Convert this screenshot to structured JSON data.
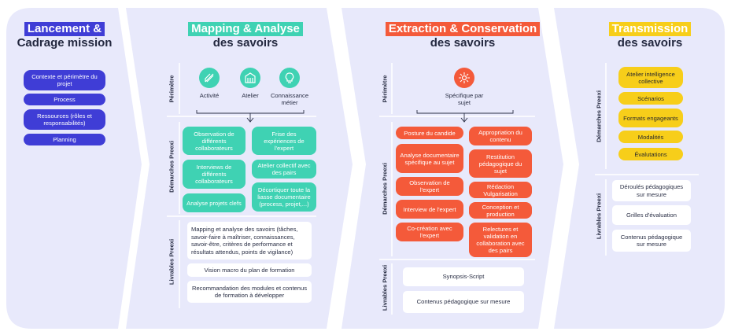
{
  "colors": {
    "panel": "#e8e9fb",
    "navy": "#3f3dd6",
    "teal": "#3fd2b3",
    "orange": "#f45a3a",
    "yellow": "#f7ce1a"
  },
  "phase1": {
    "title_line1": "Lancement &",
    "title_line2": "Cadrage mission",
    "items": [
      "Contexte et périmètre du projet",
      "Process",
      "Ressources (rôles et responsabilités)",
      "Planning"
    ]
  },
  "phase2": {
    "title_tag": "Mapping & Analyse",
    "title_sub": "des savoirs",
    "label_perimetre": "Périmètre",
    "label_demarches": "Démarches Preexi",
    "label_livrables": "Livrables Preexi",
    "perimetre": [
      {
        "label": "Activité",
        "icon": "pencil-ruler-icon"
      },
      {
        "label": "Atelier",
        "icon": "building-icon"
      },
      {
        "label": "Connaissance métier",
        "icon": "lightbulb-icon"
      }
    ],
    "demarches_left": [
      "Observation de différents collaborateurs",
      "Interviews de différents collaborateurs",
      "Analyse projets clefs"
    ],
    "demarches_right": [
      "Frise des expériences de l'expert",
      "Atelier collectif avec des pairs",
      "Décortiquer toute la liasse documentaire (process, projet,...)"
    ],
    "livrables": [
      "Mapping et analyse des savoirs (tâches, savoir-faire à maîtriser, connaissances, savoir-être, critères de performance et résultats attendus, points de vigilance)",
      "Vision macro du plan de formation",
      "Recommandation des modules et contenus de formation à développer"
    ]
  },
  "phase3": {
    "title_tag": "Extraction & Conservation",
    "title_sub": "des savoirs",
    "label_perimetre": "Périmètre",
    "label_demarches": "Démarches Preexi",
    "label_livrables": "Livrables Preexi",
    "perimetre": {
      "label": "Spécifique par sujet",
      "icon": "sun-target-icon"
    },
    "demarches_left": [
      "Posture du candide",
      "Analyse documentaire spécifique au sujet",
      "Observation de l'expert",
      "Interview de l'expert",
      "Co-création avec l'expert"
    ],
    "demarches_right": [
      "Appropriation du contenu",
      "Restitution pédagogique du sujet",
      "Rédaction Vulgarisation",
      "Conception et production",
      "Relectures et validation en collaboration avec des pairs"
    ],
    "livrables": [
      "Synopsis-Script",
      "Contenus pédagogique sur mesure"
    ]
  },
  "phase4": {
    "title_tag": "Transmission",
    "title_sub": "des savoirs",
    "label_demarches": "Démarches Preexi",
    "label_livrables": "Livrables Preexi",
    "demarches": [
      "Atelier intelligence collective",
      "Scénarios",
      "Formats engageants",
      "Modalités",
      "Évalutations"
    ],
    "livrables": [
      "Déroulés pédagogiques sur mesure",
      "Grilles d'évaluation",
      "Contenus pédagogique sur mesure"
    ]
  }
}
